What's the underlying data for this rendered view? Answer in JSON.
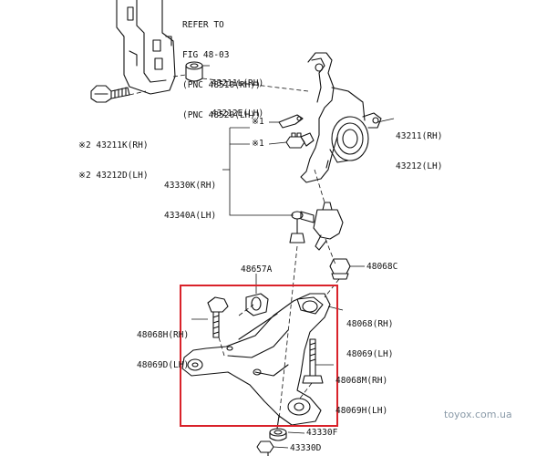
{
  "refer_note": {
    "line1": "REFER TO",
    "line2": "FIG 48-03",
    "line3": "(PNC 48510(RH))",
    "line4": "(PNC 48520(LH))"
  },
  "parts": {
    "bushing": {
      "rh": "43211L(RH)",
      "lh": "43212E(LH)"
    },
    "bolt_top": {
      "rh": "※2 43211K(RH)",
      "lh": "※2 43212D(LH)"
    },
    "knuckle": {
      "rh": "43211(RH)",
      "lh": "43212(LH)"
    },
    "clip_note_1": "※1",
    "clip_note_2": "※1",
    "ball_joint": {
      "rh": "43330K(RH)",
      "lh": "43340A(LH)"
    },
    "stopper": "48657A",
    "nut": "48068C",
    "bolt_front": {
      "rh": "48068H(RH)",
      "lh": "48069D(LH)"
    },
    "lower_arm": {
      "rh": "48068(RH)",
      "lh": "48069(LH)"
    },
    "bolt_rear": {
      "rh": "48068M(RH)",
      "lh": "48069H(LH)"
    },
    "washer": "43330F",
    "nut_bottom": "43330D"
  },
  "watermark": "toyox.com.ua",
  "colors": {
    "highlight_box": "#d9222a",
    "ink": "#111111",
    "watermark": "#8a9aa8"
  }
}
